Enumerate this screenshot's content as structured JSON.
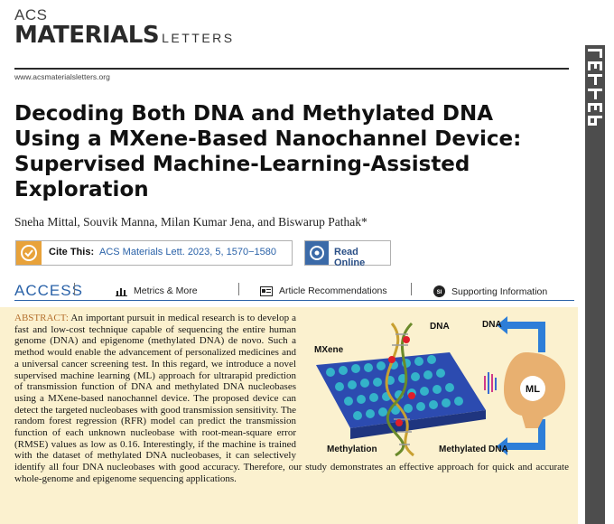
{
  "journal": {
    "logo_acs": "ACS",
    "logo_materials": "MATERIALS",
    "logo_letters": "LETTERS",
    "url": "www.acsmaterialsletters.org"
  },
  "article": {
    "title": "Decoding Both DNA and Methylated DNA Using a MXene-Based Nanochannel Device: Supervised Machine-Learning-Assisted Exploration",
    "authors": "Sneha Mittal, Souvik Manna, Milan Kumar Jena, and Biswarup Pathak*"
  },
  "cite": {
    "label": "Cite This:",
    "reference": "ACS Materials Lett. 2023, 5, 1570−1580"
  },
  "read_online": {
    "label": "Read Online"
  },
  "access": {
    "label": "ACCESS",
    "metrics_label": "Metrics & More",
    "recommendations_label": "Article Recommendations",
    "supporting_label": "Supporting Information",
    "supporting_icon_text": "SI"
  },
  "abstract": {
    "keyword": "ABSTRACT:",
    "text": "An important pursuit in medical research is to develop a fast and low-cost technique capable of sequencing the entire human genome (DNA) and epigenome (methylated DNA) de novo. Such a method would enable the advancement of personalized medicines and a universal cancer screening test. In this regard, we introduce a novel supervised machine learning (ML) approach for ultrarapid prediction of transmission function of DNA and methylated DNA nucleobases using a MXene-based nanochannel device. The proposed device can detect the targeted nucleobases with good transmission sensitivity. The random forest regression (RFR) model can predict the transmission function of each unknown nucleobase with root-mean-square error (RMSE) values as low as 0.16. Interestingly, if the machine is trained with the dataset of methylated DNA nucleobases, it can selectively identify all four DNA nucleobases with good accuracy. Therefore, our study demonstrates an effective approach for quick and accurate whole-genome and epigenome sequencing applications."
  },
  "figure": {
    "label_dna_top": "DNA",
    "label_dna_right": "DNA",
    "label_mxene": "MXene",
    "label_methylation": "Methylation",
    "label_methylated_dna": "Methylated DNA",
    "label_ml": "ML"
  },
  "colors": {
    "accent_blue": "#2a62a8",
    "abstract_bg": "#fbf1cf",
    "cite_orange": "#e8a23a",
    "side_bar": "#4d4d4d"
  }
}
